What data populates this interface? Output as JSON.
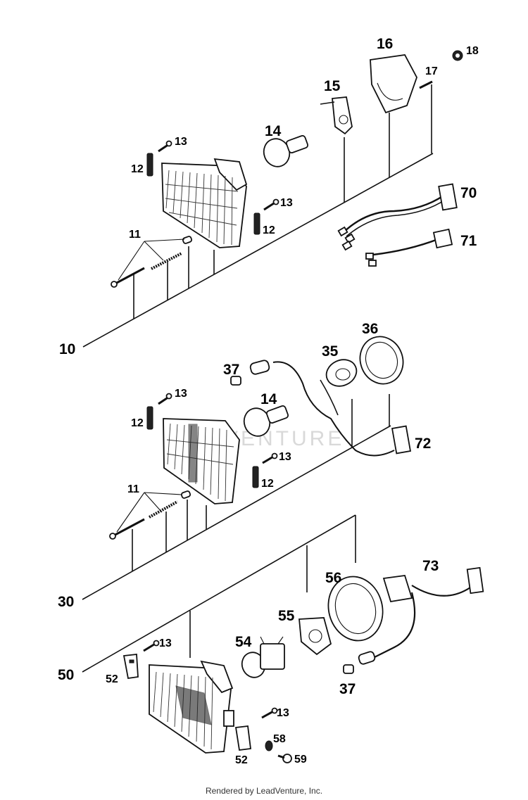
{
  "diagram": {
    "labels": {
      "l10": "10",
      "l11a": "11",
      "l12a": "12",
      "l12b": "12",
      "l13a": "13",
      "l13b": "13",
      "l14a": "14",
      "l15": "15",
      "l16": "16",
      "l17": "17",
      "l18": "18",
      "l70": "70",
      "l71": "71",
      "l30": "30",
      "l11b": "11",
      "l12c": "12",
      "l12d": "12",
      "l13c": "13",
      "l13d": "13",
      "l14b": "14",
      "l35": "35",
      "l36": "36",
      "l37a": "37",
      "l72": "72",
      "l50": "50",
      "l13e": "13",
      "l13f": "13",
      "l52a": "52",
      "l52b": "52",
      "l54": "54",
      "l55": "55",
      "l56": "56",
      "l37b": "37",
      "l58": "58",
      "l59": "59",
      "l73": "73"
    },
    "watermark": "VENTURE"
  },
  "footer": {
    "text": "Rendered by LeadVenture, Inc."
  }
}
